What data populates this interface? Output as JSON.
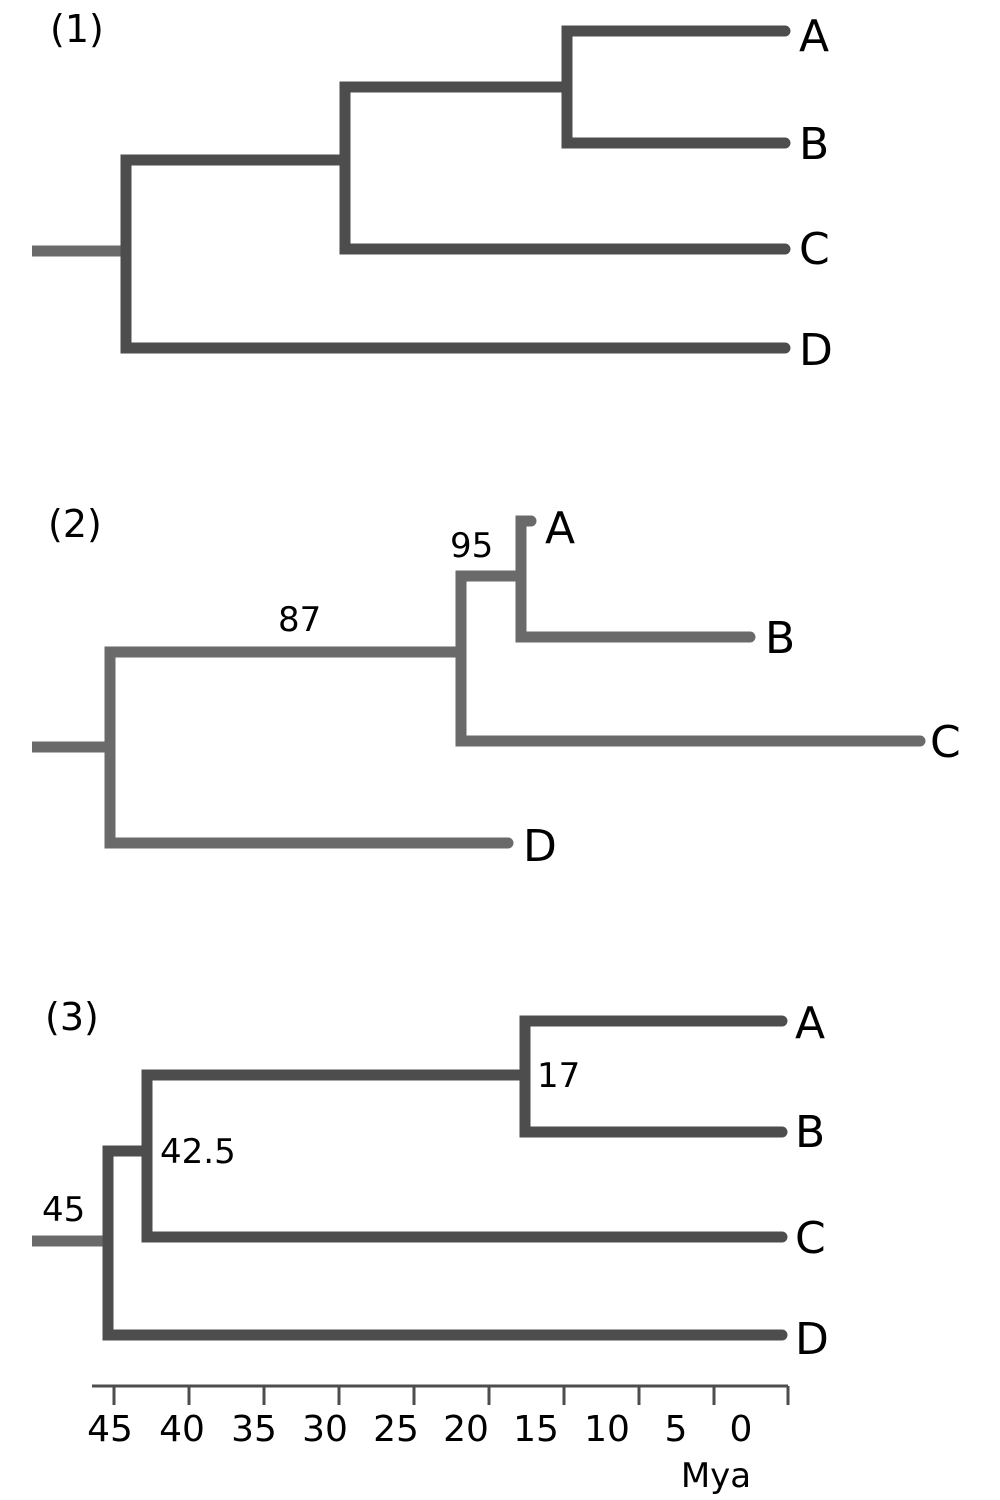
{
  "colors": {
    "dark_branch": "#4d4d4d",
    "light_branch": "#6a6a6a",
    "text": "#000000"
  },
  "trees": [
    {
      "label": "(1)",
      "tips": [
        "A",
        "B",
        "C",
        "D"
      ],
      "node_labels": []
    },
    {
      "label": "(2)",
      "tips": [
        "A",
        "B",
        "C",
        "D"
      ],
      "node_labels": [
        "87",
        "95"
      ]
    },
    {
      "label": "(3)",
      "tips": [
        "A",
        "B",
        "C",
        "D"
      ],
      "node_labels": [
        "45",
        "42.5",
        "17"
      ]
    }
  ],
  "time_axis": {
    "ticks": [
      "45",
      "40",
      "35",
      "30",
      "25",
      "20",
      "15",
      "10",
      "5",
      "0"
    ],
    "unit": "Mya"
  }
}
